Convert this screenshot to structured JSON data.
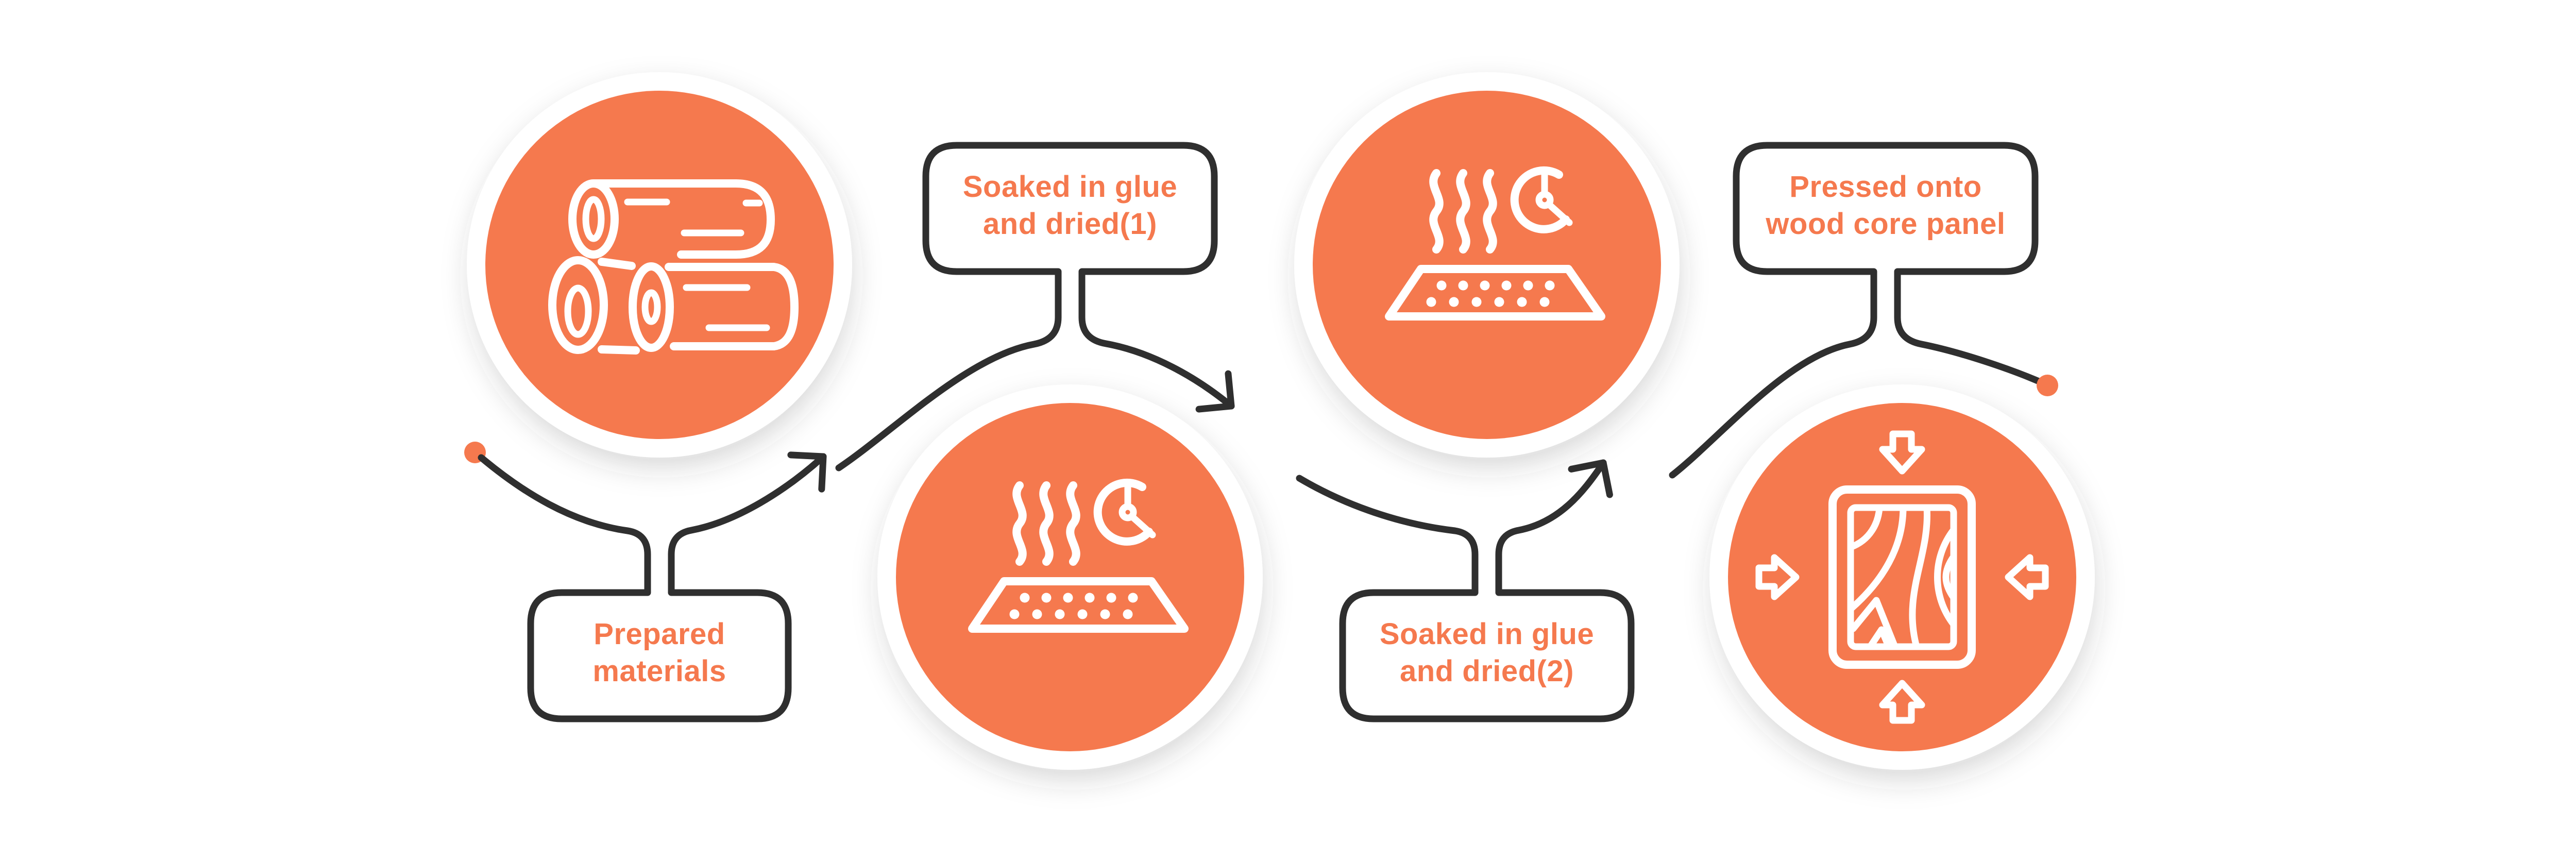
{
  "colors": {
    "accent": "#F5794E",
    "line": "#2F2F2F",
    "background": "#FFFFFF",
    "icon_stroke": "#FFFFFF"
  },
  "flow": {
    "start_marker": "orange-dot",
    "end_marker": "orange-dot",
    "connector": "curved-arrow-wave",
    "arrowheads": 3
  },
  "steps": [
    {
      "label": {
        "line1": "Prepared",
        "line2": "materials"
      },
      "icon": "wood-logs-icon",
      "circle_position": "top",
      "label_position": "below"
    },
    {
      "label": {
        "line1": "Soaked in glue",
        "line2": "and dried(1)"
      },
      "icon": "drying-sheet-clock-icon",
      "circle_position": "bottom",
      "label_position": "above"
    },
    {
      "label": {
        "line1": "Soaked in glue",
        "line2": "and dried(2)"
      },
      "icon": "drying-sheet-clock-icon",
      "circle_position": "top",
      "label_position": "below"
    },
    {
      "label": {
        "line1": "Pressed onto",
        "line2": "wood core panel"
      },
      "icon": "panel-press-icon",
      "circle_position": "bottom",
      "label_position": "above"
    }
  ]
}
